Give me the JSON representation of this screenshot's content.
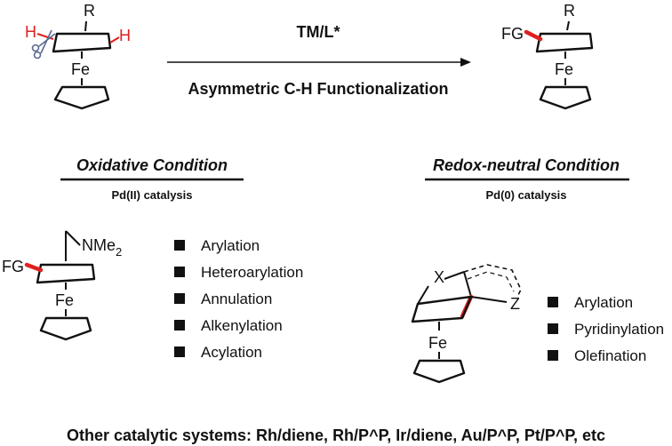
{
  "reaction": {
    "reagent_label": "TM/L*",
    "reaction_type": "Asymmetric C-H Functionalization",
    "substrate": {
      "top_sub": "R",
      "h_left": "H",
      "h_right": "H",
      "metal": "Fe"
    },
    "product": {
      "top_sub": "R",
      "new_group": "FG",
      "metal": "Fe"
    }
  },
  "oxidative": {
    "title": "Oxidative Condition",
    "subtitle": "Pd(II) catalysis",
    "structure": {
      "group": "FG",
      "director": "NMe",
      "director_sub": "2",
      "metal": "Fe"
    },
    "reactions": [
      "Arylation",
      "Heteroarylation",
      "Annulation",
      "Alkenylation",
      "Acylation"
    ]
  },
  "redox_neutral": {
    "title": "Redox-neutral Condition",
    "subtitle": "Pd(0) catalysis",
    "structure": {
      "atom_x": "X",
      "atom_z": "Z",
      "metal": "Fe"
    },
    "reactions": [
      "Arylation",
      "Pyridinylation",
      "Olefination"
    ]
  },
  "footer": "Other catalytic systems: Rh/diene, Rh/P^P, Ir/diene, Au/P^P, Pt/P^P, etc",
  "colors": {
    "highlight": "#e02020",
    "scissors": "#5a6a90",
    "ink": "#111111"
  }
}
